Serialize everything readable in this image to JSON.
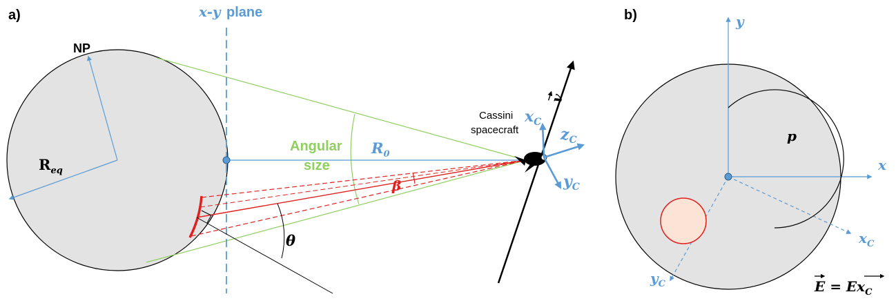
{
  "panel_a": {
    "panel_label": "a)",
    "plane_label": "x-y plane",
    "np_label": "NP",
    "req_label": "R",
    "req_sub": "eq",
    "angular_size_label_1": "Angular",
    "angular_size_label_2": "size",
    "r0_label": "R",
    "r0_sub": "0",
    "beta_label": "β",
    "theta_label": "θ",
    "spacecraft_label_1": "Cassini",
    "spacecraft_label_2": "spacecraft",
    "xc_label": "x",
    "zc_label": "z",
    "yc_label": "y",
    "axis_sub": "C",
    "v_label": "v"
  },
  "panel_b": {
    "panel_label": "b)",
    "y_label": "y",
    "x_label": "x",
    "p_label": "p",
    "xc_label": "x",
    "yc_label": "y",
    "axis_sub": "C",
    "e_label": "E = Ex",
    "e_sub": "C"
  },
  "colors": {
    "disk_fill": "#e3e3e3",
    "blue": "#5b9bd5",
    "green": "#8fcf5f",
    "red": "#e0201e",
    "black": "#000000",
    "spot_fill": "#fbe3d5"
  }
}
